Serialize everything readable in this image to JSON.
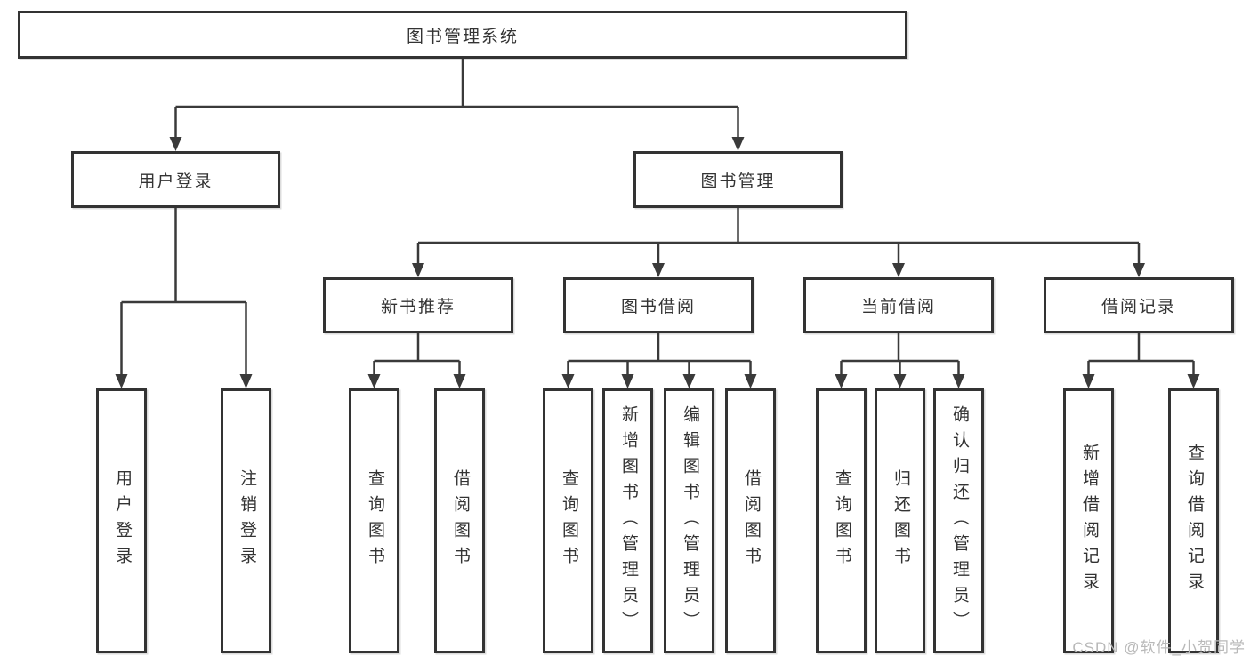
{
  "tree": {
    "root": "图书管理系统",
    "branches": [
      {
        "label": "用户登录",
        "leaves": [
          "用户登录",
          "注销登录"
        ]
      },
      {
        "label": "图书管理",
        "groups": [
          {
            "label": "新书推荐",
            "leaves": [
              "查询图书",
              "借阅图书"
            ]
          },
          {
            "label": "图书借阅",
            "leaves": [
              "查询图书",
              "新增图书（管理员）",
              "编辑图书（管理员）",
              "借阅图书"
            ]
          },
          {
            "label": "当前借阅",
            "leaves": [
              "查询图书",
              "归还图书",
              "确认归还（管理员）"
            ]
          },
          {
            "label": "借阅记录",
            "leaves": [
              "新增借阅记录",
              "查询借阅记录"
            ]
          }
        ]
      }
    ]
  },
  "watermark": {
    "text": "CSDN @软件_小贺同学"
  },
  "colors": {
    "line": "#3a3a3a",
    "border": "#333333",
    "text": "#333333",
    "watermark": "#b9b9b9",
    "background": "#ffffff"
  }
}
